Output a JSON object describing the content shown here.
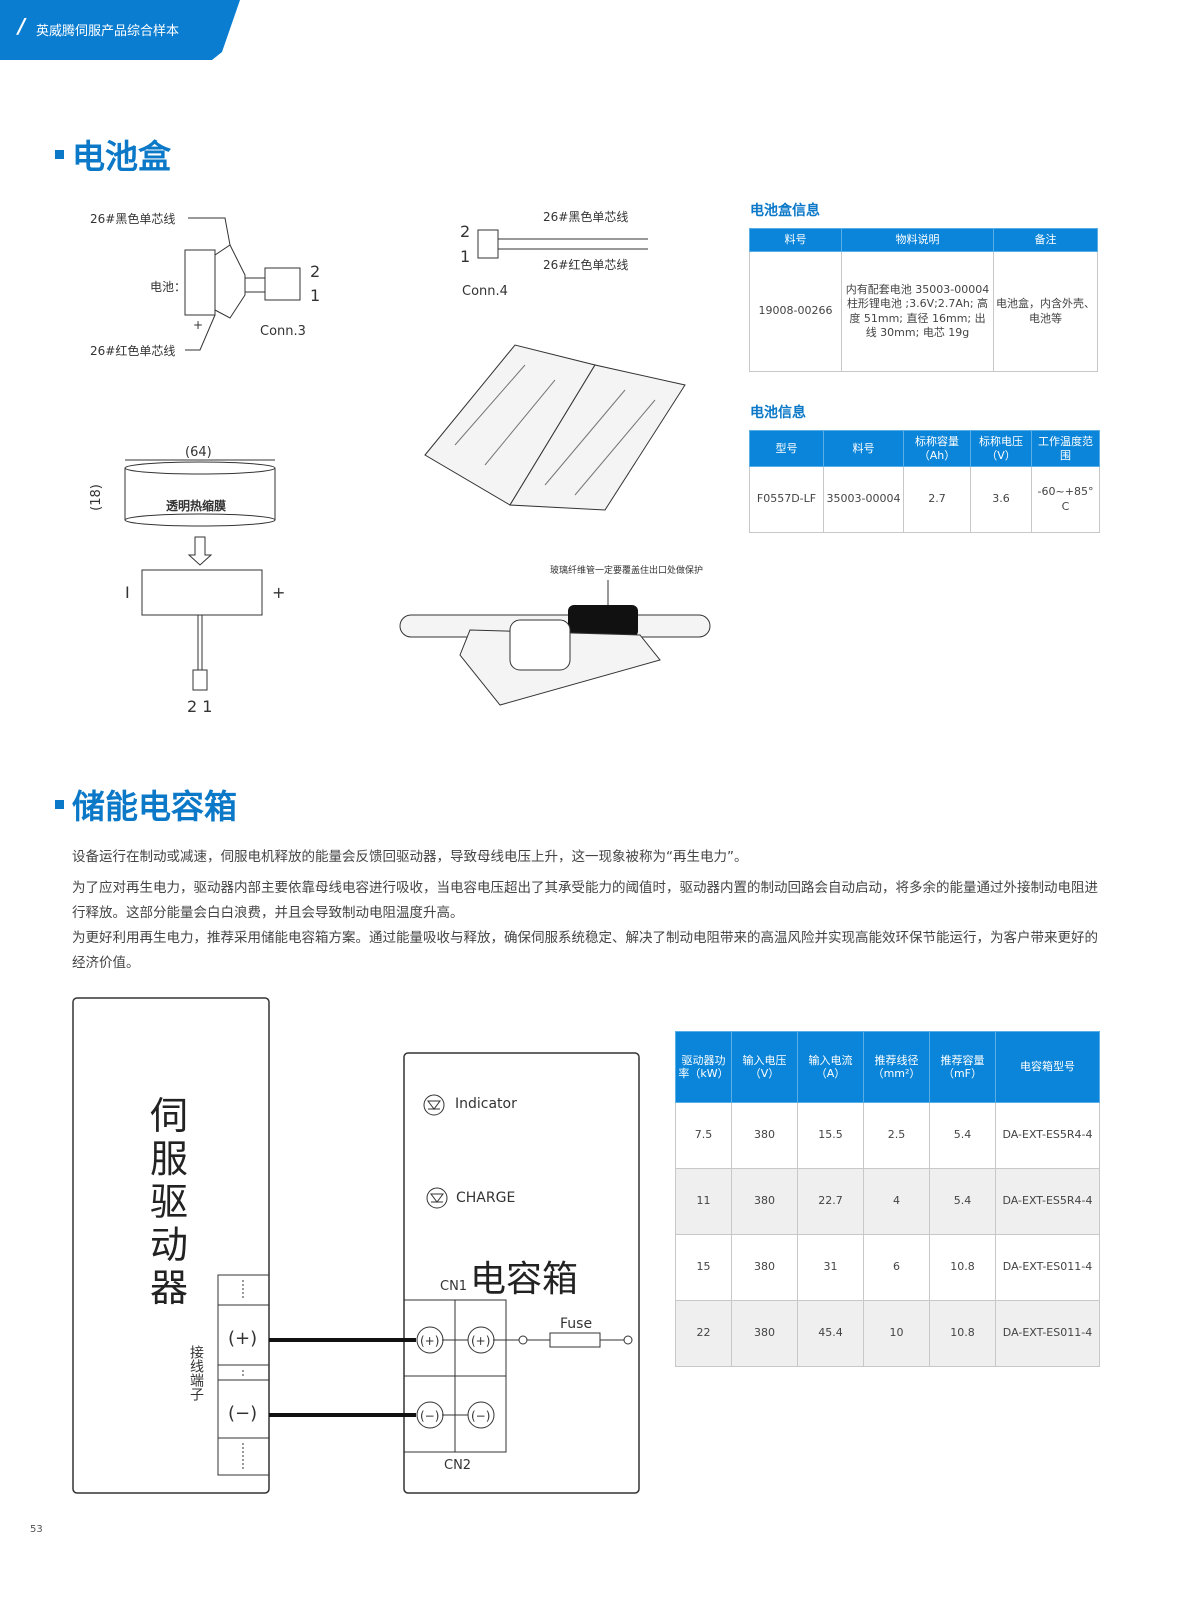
{
  "header": {
    "title": "英威腾伺服产品综合样本"
  },
  "section1": {
    "title": "电池盒",
    "diagram": {
      "black_wire": "26#黑色单芯线",
      "red_wire": "26#红色单芯线",
      "battery_label": "电池：",
      "pin2": "2",
      "pin1": "1",
      "conn3": "Conn.3",
      "conn4": "Conn.4",
      "dim_width": "(64)",
      "dim_height": "(18)",
      "shrink_film": "透明热缩膜",
      "minus": "I",
      "plus": "+",
      "pins": "2 1",
      "plus_small": "+",
      "note": "玻璃纤维管一定要覆盖住出口处做保护"
    },
    "box_info": {
      "title": "电池盒信息",
      "headers": [
        "料号",
        "物料说明",
        "备注"
      ],
      "rows": [
        [
          "19008-00266",
          "内有配套电池 35003-00004 柱形锂电池 ;3.6V;2.7Ah; 高度 51mm; 直径 16mm; 出线 30mm; 电芯 19g",
          "电池盒，内含外壳、电池等"
        ]
      ]
    },
    "battery_info": {
      "title": "电池信息",
      "headers": [
        "型号",
        "料号",
        "标称容量（Ah）",
        "标称电压（V）",
        "工作温度范围"
      ],
      "rows": [
        [
          "F0557D-LF",
          "35003-00004",
          "2.7",
          "3.6",
          "-60~+85° C"
        ]
      ]
    }
  },
  "section2": {
    "title": "储能电容箱",
    "paragraphs": [
      "设备运行在制动或减速，伺服电机释放的能量会反馈回驱动器，导致母线电压上升，这一现象被称为“再生电力”。",
      "为了应对再生电力，驱动器内部主要依靠母线电容进行吸收，当电容电压超出了其承受能力的阈值时，驱动器内置的制动回路会自动启动，将多余的能量通过外接制动电阻进行释放。这部分能量会白白浪费，并且会导致制动电阻温度升高。",
      "为更好利用再生电力，推荐采用储能电容箱方案。通过能量吸收与释放，确保伺服系统稳定、解决了制动电阻带来的高温风险并实现高能效环保节能运行，为客户带来更好的经济价值。"
    ],
    "diagram": {
      "drive": "伺服驱动器",
      "terminal": "接线端子",
      "plus": "(+)",
      "minus": "(−)",
      "indicator": "Indicator",
      "charge": "CHARGE",
      "cap_box": "电容箱",
      "cn1": "CN1",
      "cn2": "CN2",
      "fuse": "Fuse"
    },
    "table": {
      "headers": [
        "驱动器功率（kW）",
        "输入电压（V）",
        "输入电流（A）",
        "推荐线径（mm²）",
        "推荐容量（mF）",
        "电容箱型号"
      ],
      "rows": [
        [
          "7.5",
          "380",
          "15.5",
          "2.5",
          "5.4",
          "DA-EXT-ES5R4-4"
        ],
        [
          "11",
          "380",
          "22.7",
          "4",
          "5.4",
          "DA-EXT-ES5R4-4"
        ],
        [
          "15",
          "380",
          "31",
          "6",
          "10.8",
          "DA-EXT-ES011-4"
        ],
        [
          "22",
          "380",
          "45.4",
          "10",
          "10.8",
          "DA-EXT-ES011-4"
        ]
      ]
    }
  },
  "page_number": "53"
}
